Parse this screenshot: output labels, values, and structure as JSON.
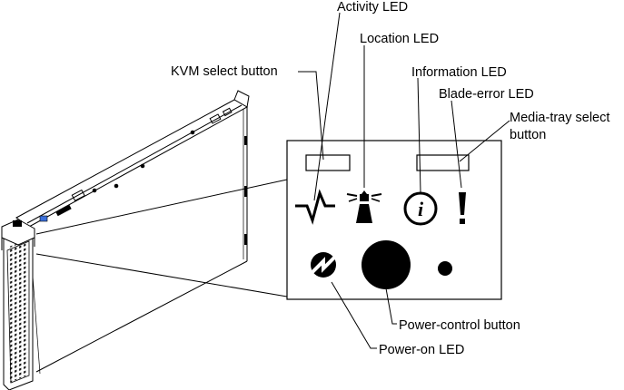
{
  "labels": {
    "activity_led": "Activity LED",
    "location_led": "Location LED",
    "kvm_select_button": "KVM select button",
    "information_led": "Information LED",
    "blade_error_led": "Blade-error LED",
    "media_tray_select_button_line1": "Media-tray select",
    "media_tray_select_button_line2": "button",
    "power_control_button": "Power-control button",
    "power_on_led": "Power-on LED"
  },
  "icons": {
    "activity": "activity-pulse-icon",
    "location": "lighthouse-icon",
    "information": "information-i-icon",
    "blade_error": "exclamation-icon",
    "power_on": "power-bolt-icon",
    "power_control": "power-control-button",
    "status_dot": "status-dot"
  },
  "colors": {
    "line": "#000000",
    "background": "#ffffff",
    "blade_accent": "#3b6fd9"
  }
}
